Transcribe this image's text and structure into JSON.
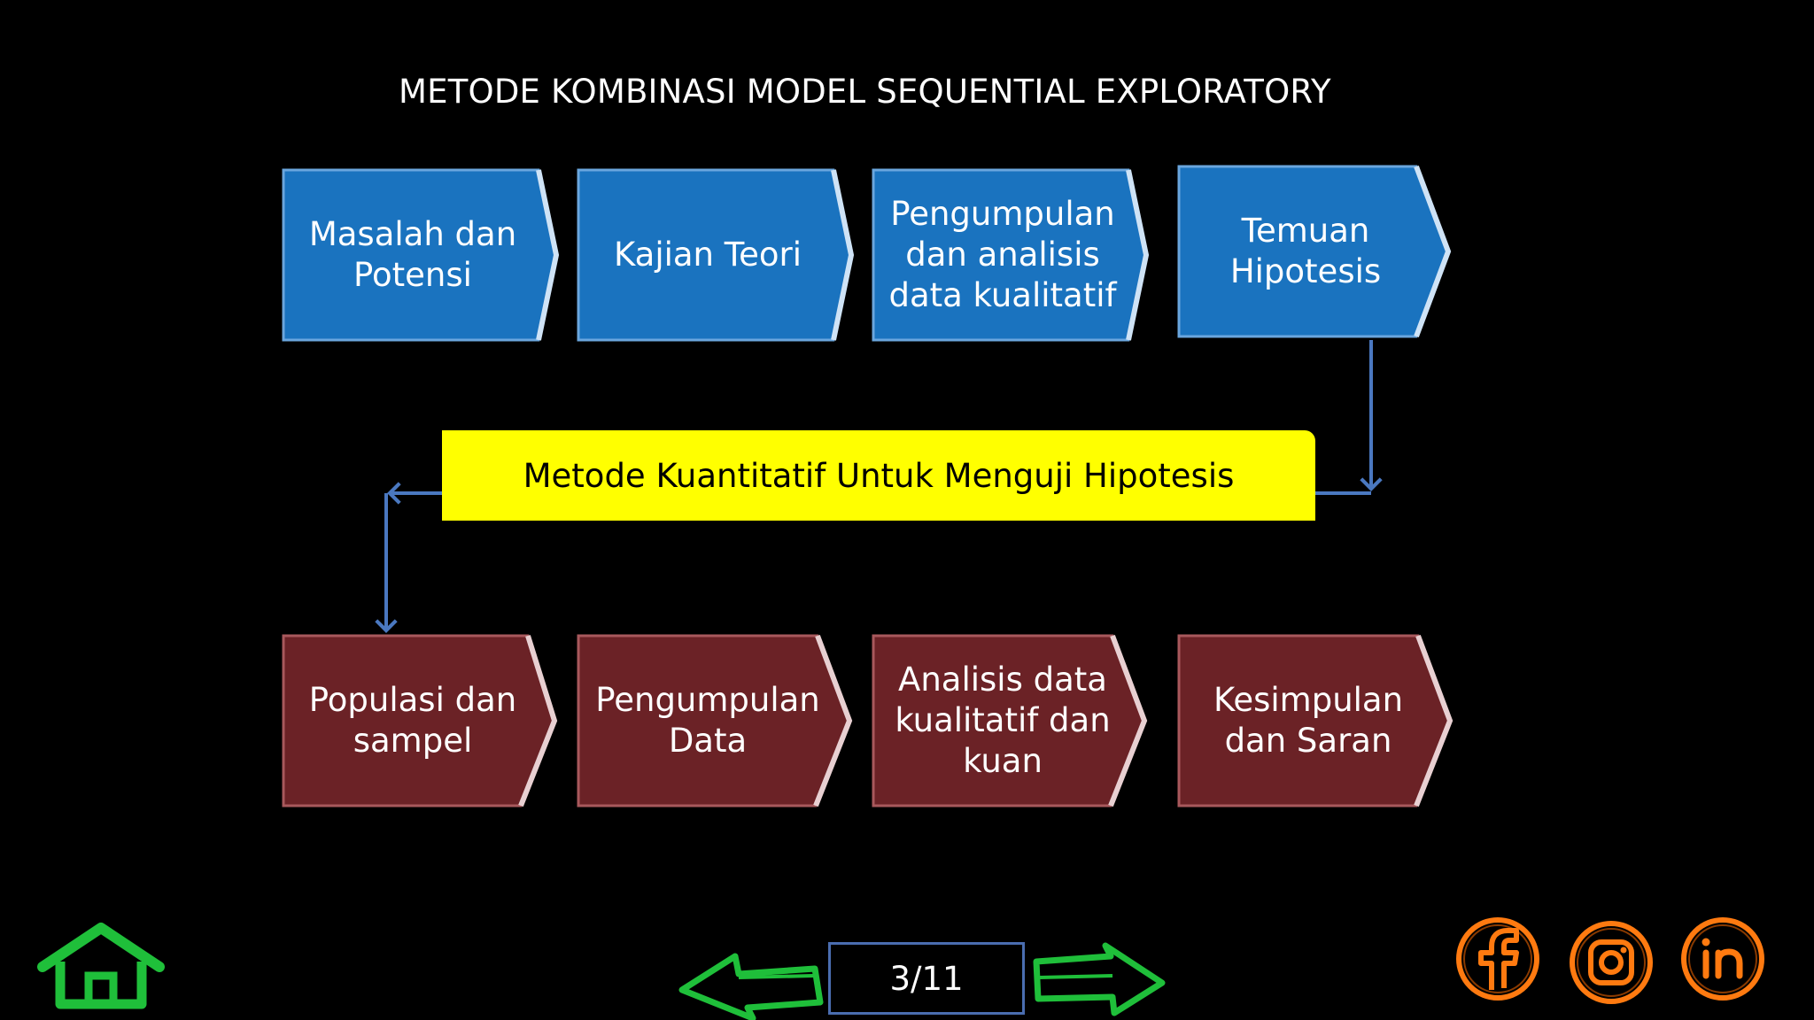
{
  "title": "METODE KOMBINASI MODEL SEQUENTIAL EXPLORATORY",
  "colors": {
    "qualitative": "#1a73bf",
    "quantitative": "#6b2226",
    "highlight": "#ffff00",
    "connector": "#4a78c0",
    "nav": "#1fbf3a",
    "social": "#ff7a10"
  },
  "qualitative_steps": [
    {
      "label": "Masalah dan\nPotensi"
    },
    {
      "label": "Kajian Teori"
    },
    {
      "label": "Pengumpulan\ndan analisis\ndata kualitatif"
    },
    {
      "label": "Temuan\nHipotesis"
    }
  ],
  "middle": {
    "label": "Metode Kuantitatif Untuk Menguji Hipotesis"
  },
  "quantitative_steps": [
    {
      "label": "Populasi dan\nsampel"
    },
    {
      "label": "Pengumpulan\nData"
    },
    {
      "label": "Analisis data\nkualitatif dan\nkuan"
    },
    {
      "label": "Kesimpulan\ndan Saran"
    }
  ],
  "nav": {
    "page_indicator": "3/11",
    "icons": [
      "home-icon",
      "prev-arrow-icon",
      "next-arrow-icon"
    ]
  },
  "social": [
    "facebook-icon",
    "instagram-icon",
    "linkedin-icon"
  ]
}
